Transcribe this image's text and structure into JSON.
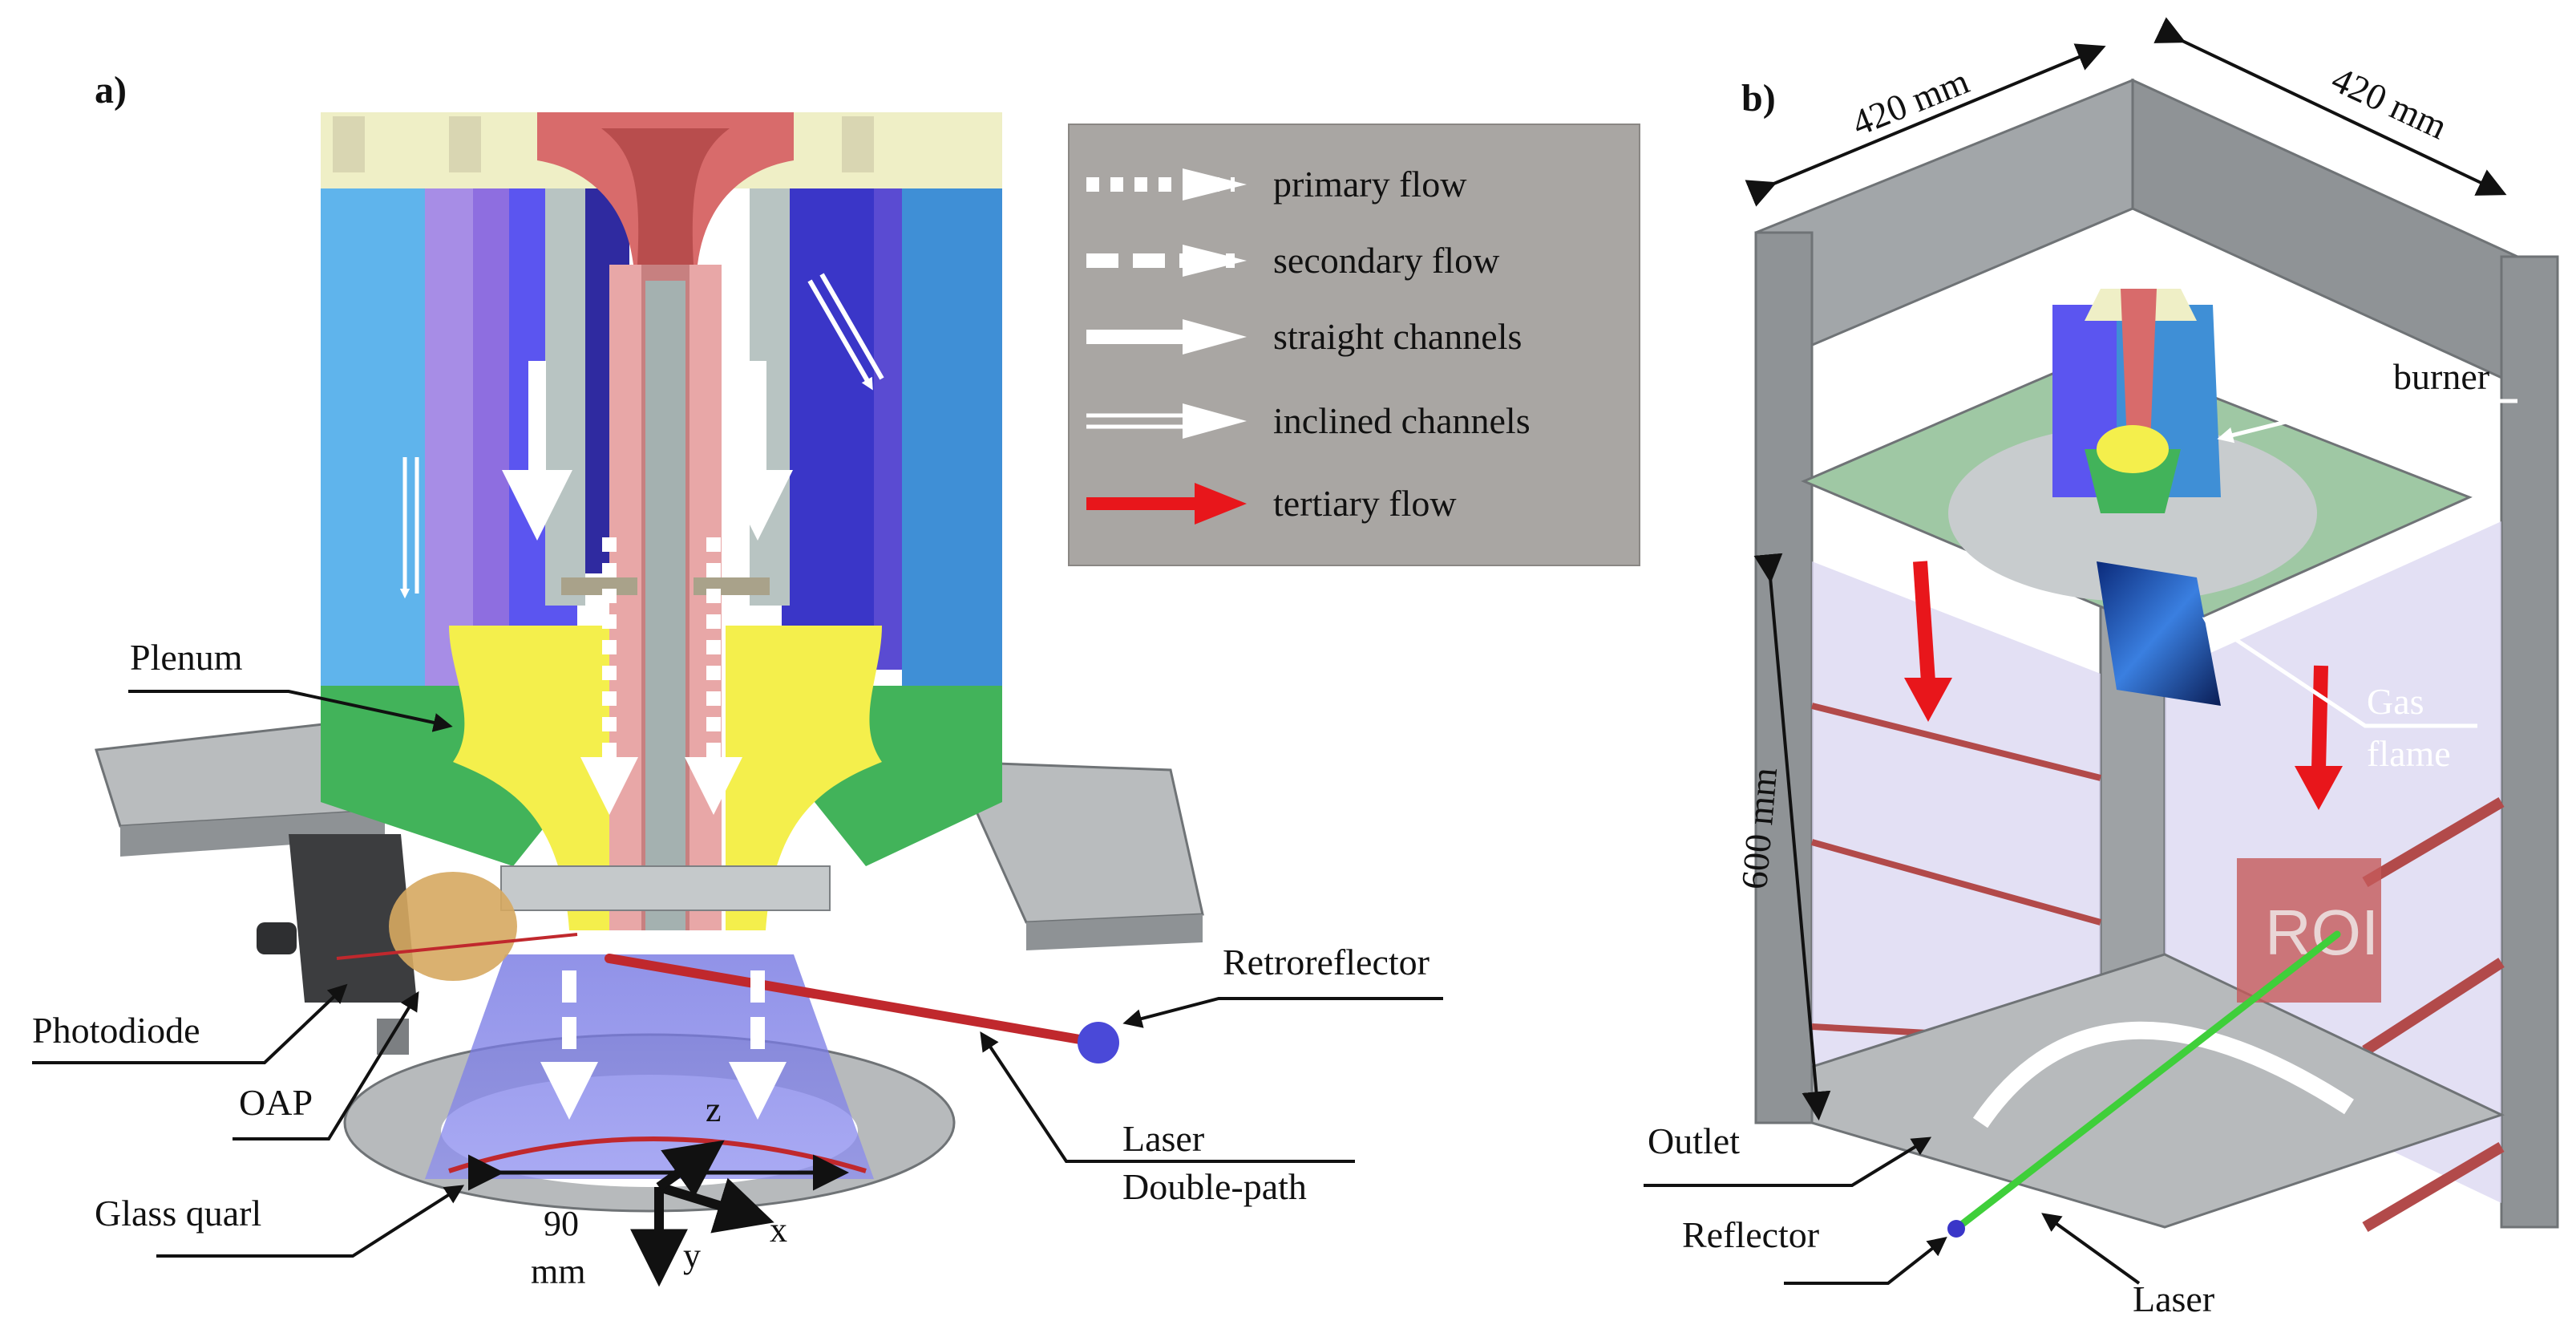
{
  "panel_a": {
    "label": "a)",
    "legend": {
      "primary": "primary flow",
      "secondary": "secondary flow",
      "straight": "straight channels",
      "inclined": "inclined channels",
      "tertiary": "tertiary flow"
    },
    "labels": {
      "plenum": "Plenum",
      "photodiode": "Photodiode",
      "oap": "OAP",
      "glass_quarl": "Glass quarl",
      "retroreflector": "Retroreflector",
      "laser": "Laser",
      "double_path": "Double-path",
      "dim_value": "90",
      "dim_unit": "mm",
      "axis_z": "z",
      "axis_x": "x",
      "axis_y": "y"
    }
  },
  "panel_b": {
    "label": "b)",
    "labels": {
      "width_left": "420 mm",
      "width_right": "420 mm",
      "height": "600 mm",
      "burner": "burner",
      "gas": "Gas",
      "flame": "flame",
      "outlet": "Outlet",
      "reflector": "Reflector",
      "laser": "Laser",
      "roi": "ROI"
    }
  },
  "colors": {
    "legend_bg": "#a9a6a3",
    "tertiary_arrow": "#e8161b",
    "laser_red": "#c0282d",
    "laser_green": "#3fcf3a",
    "plenum_yellow": "#f4ef4c",
    "block_blue": "#3f8fd6",
    "block_violet": "#6a4fd6",
    "frame_grey": "#8f9396"
  }
}
